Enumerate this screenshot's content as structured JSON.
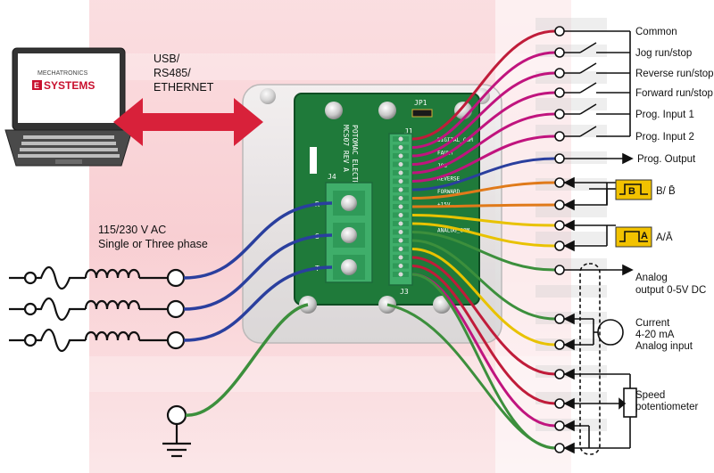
{
  "connection": {
    "line1": "USB/",
    "line2": "RS485/",
    "line3": "ETHERNET"
  },
  "laptop": {
    "brand_top": "MECHATRONICS",
    "brand_bottom": "SYSTEMS"
  },
  "power": {
    "line1": "115/230 V AC",
    "line2": "Single or Three phase"
  },
  "terminal_j4": {
    "id": "J4",
    "pins": [
      "R",
      "S",
      "T"
    ]
  },
  "board": {
    "line1": "POTOMAC ELECTRIC",
    "line2": "MCS07 REV A",
    "part": "J1",
    "jumper": "JP1",
    "j3": "J3",
    "pin_labels": [
      "DIGITAL_COM",
      "FAULT",
      "JOG",
      "REVERSE",
      "FORWARD",
      "+15V",
      "",
      "ANALOG_COM",
      "",
      "",
      ""
    ]
  },
  "io": {
    "common": "Common",
    "jog": "Jog run/stop",
    "reverse": "Reverse run/stop",
    "forward": "Forward run/stop",
    "prog1": "Prog. Input 1",
    "prog2": "Prog. Input 2",
    "prog_out": "Prog. Output",
    "b": "B/ B̄",
    "b_chip": "B",
    "a": "A/Ā",
    "a_chip": "A",
    "analog_out_1": "Analog",
    "analog_out_2": "output 0-5V DC",
    "current_1": "Current",
    "current_2": "4-20 mA",
    "current_3": "Analog input",
    "speed_1": "Speed",
    "speed_2": "potentiometer"
  },
  "colors": {
    "arrow": "#d8213a",
    "pcb": "#1f7a3a",
    "terminal": "#3fae6a",
    "wire_blue": "#2a3f9e",
    "wire_red": "#c01c3a",
    "wire_magenta": "#c0147e",
    "wire_yellow": "#e8c200",
    "wire_orange": "#e07a1a",
    "wire_green": "#3c8f3c",
    "chip": "#f2c200"
  }
}
